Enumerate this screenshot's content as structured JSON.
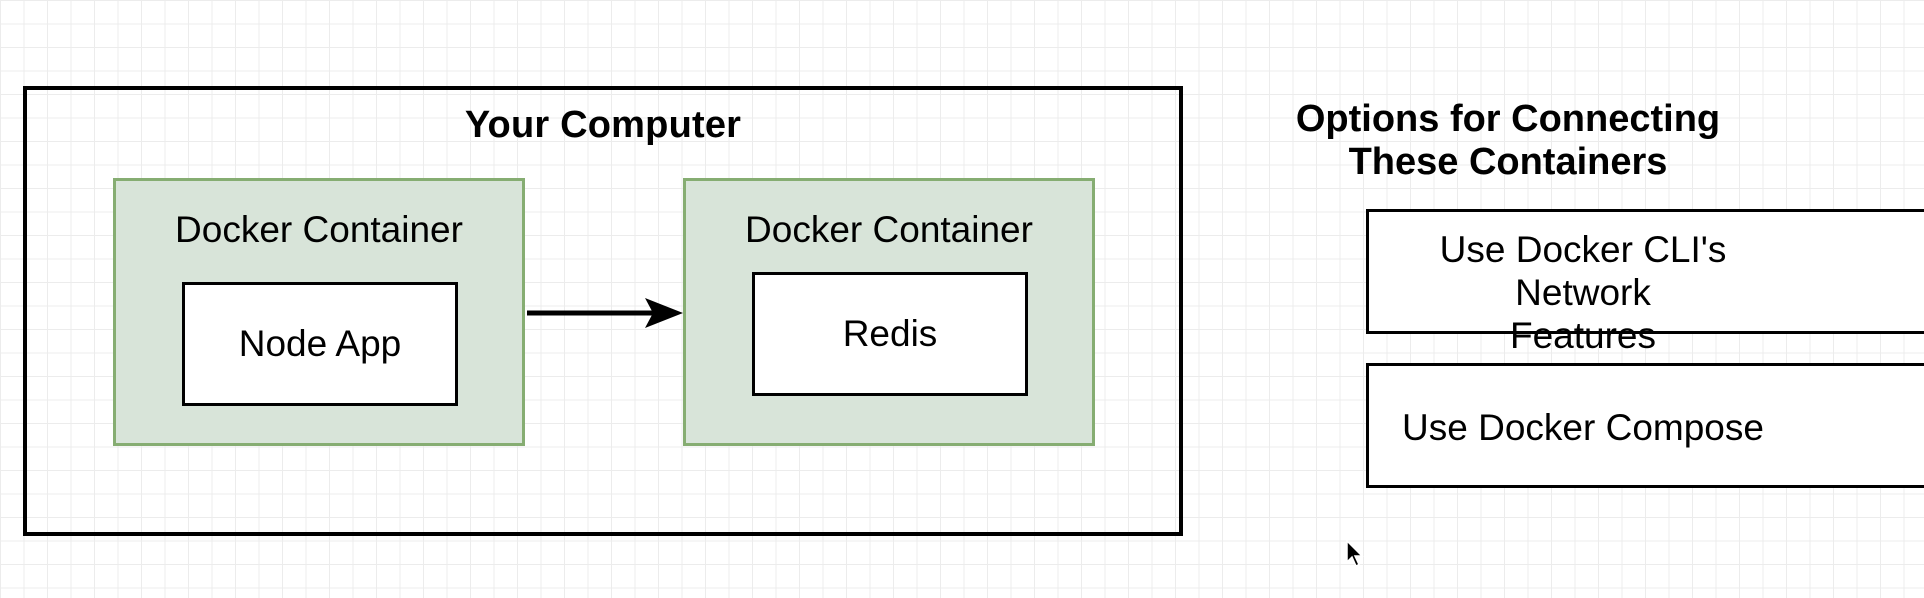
{
  "diagram": {
    "outer": {
      "title": "Your Computer"
    },
    "containers": [
      {
        "label": "Docker Container",
        "app": "Node App"
      },
      {
        "label": "Docker Container",
        "app": "Redis"
      }
    ],
    "options": {
      "title_line1": "Options for Connecting",
      "title_line2": "These Containers",
      "items": [
        {
          "line1": "Use Docker CLI's Network",
          "line2": "Features"
        },
        {
          "line1": "Use Docker Compose"
        }
      ]
    }
  },
  "colors": {
    "container_fill": "#d8e4d9",
    "container_border": "#86ad72",
    "stroke": "#000000",
    "grid": "#ececec"
  },
  "icons": {
    "arrow": "arrow-right-icon",
    "cursor": "mouse-cursor-icon"
  }
}
